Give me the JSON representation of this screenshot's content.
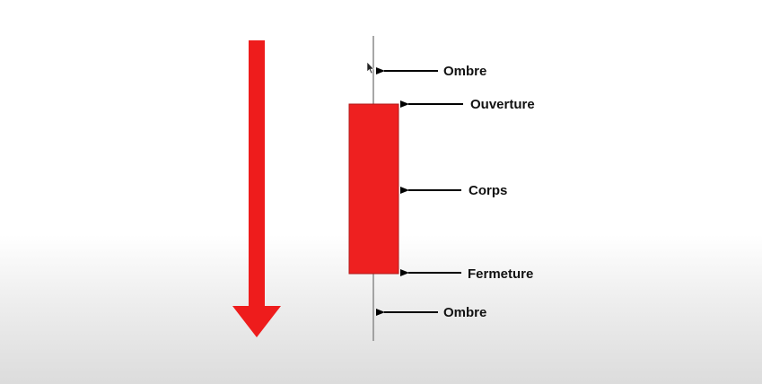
{
  "labels": {
    "shadow_top": "Ombre",
    "open": "Ouverture",
    "body": "Corps",
    "close": "Fermeture",
    "shadow_bottom": "Ombre"
  },
  "colors": {
    "candle_body": "#ee2020",
    "candle_border": "#b01818",
    "trend_arrow": "#ee1c1c",
    "wick": "#8a8a8a",
    "pointer_arrow": "#000000"
  },
  "icons": {
    "trend": "down-arrow-icon",
    "pointer": "left-arrow-icon",
    "cursor": "mouse-cursor-icon"
  }
}
